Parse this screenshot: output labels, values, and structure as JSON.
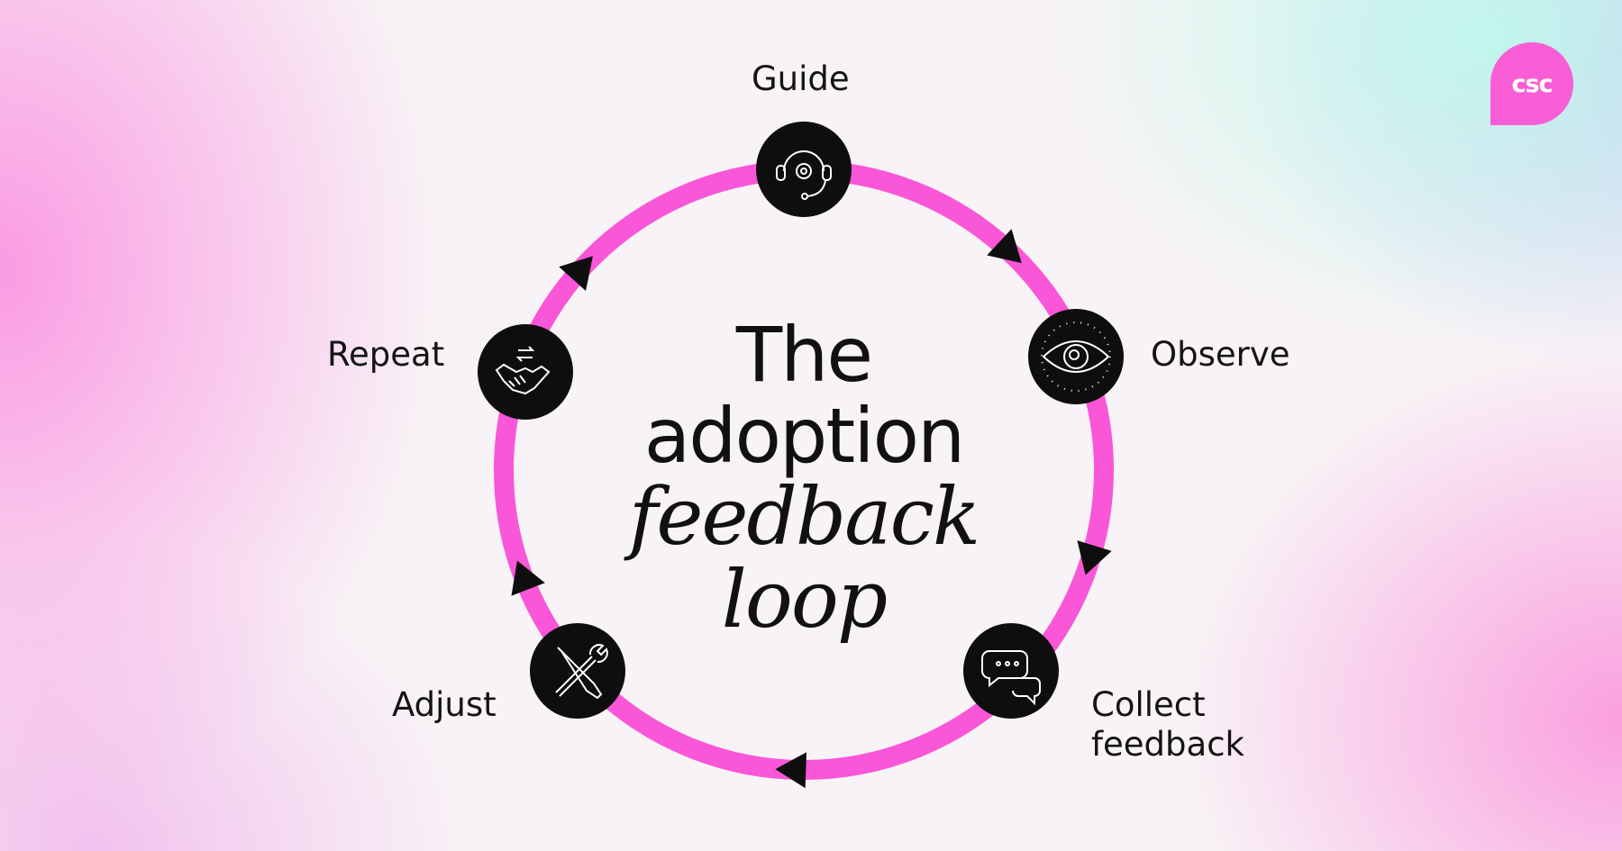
{
  "title": {
    "line1": "The",
    "line2": "adoption",
    "line3": "feedback",
    "line4": "loop"
  },
  "steps": [
    {
      "label": "Guide",
      "icon": "headset-gear-icon"
    },
    {
      "label": "Observe",
      "icon": "eye-icon"
    },
    {
      "label_line1": "Collect",
      "label_line2": "feedback",
      "icon": "chat-bubbles-icon"
    },
    {
      "label": "Adjust",
      "icon": "wrench-screwdriver-icon"
    },
    {
      "label": "Repeat",
      "icon": "handshake-icon"
    }
  ],
  "logo": {
    "text": "csc"
  },
  "colors": {
    "ring": "#f956d8",
    "node": "#0e0e0e",
    "text": "#141414",
    "logo": "#f95ed6"
  }
}
